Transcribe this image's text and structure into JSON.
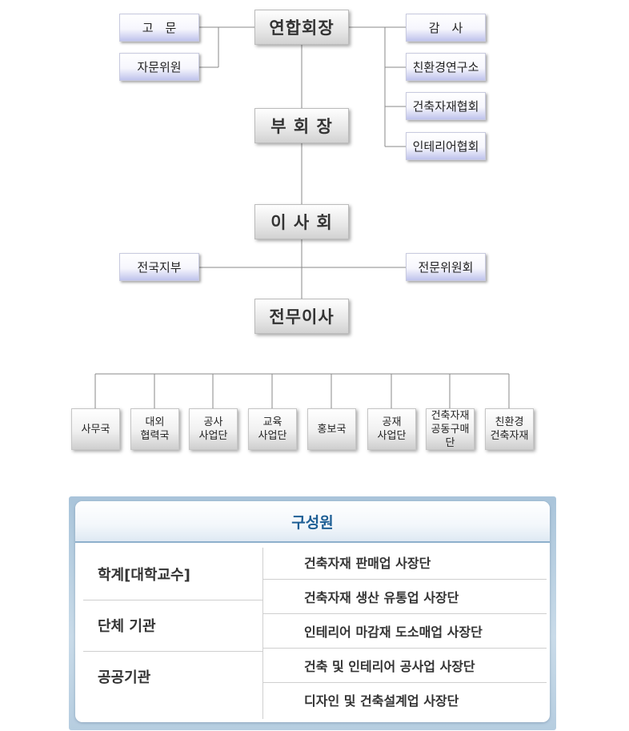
{
  "org": {
    "chairman": "연합회장",
    "advisor": "고　문",
    "advisory_committee": "자문위원",
    "auditor": "감　사",
    "eco_institute": "친환경연구소",
    "materials_association": "건축자재협회",
    "interior_association": "인테리어협회",
    "vice_chairman": "부 회 장",
    "board": "이 사 회",
    "branches": "전국지부",
    "expert_committee": "전문위원회",
    "executive_director": "전무이사",
    "departments": [
      "사무국",
      "대외\n협력국",
      "공사\n사업단",
      "교육\n사업단",
      "홍보국",
      "공재\n사업단",
      "건축자재\n공동구매단",
      "친환경\n건축자재"
    ]
  },
  "members": {
    "title": "구성원",
    "categories": [
      "학계[대학교수]",
      "단체 기관",
      "공공기관"
    ],
    "groups": [
      "건축자재 판매업 사장단",
      "건축자재 생산 유통업 사장단",
      "인테리어 마감재 도소매업 사장단",
      "건축 및 인테리어 공사업 사장단",
      "디자인 및 건축설계업 사장단"
    ]
  }
}
